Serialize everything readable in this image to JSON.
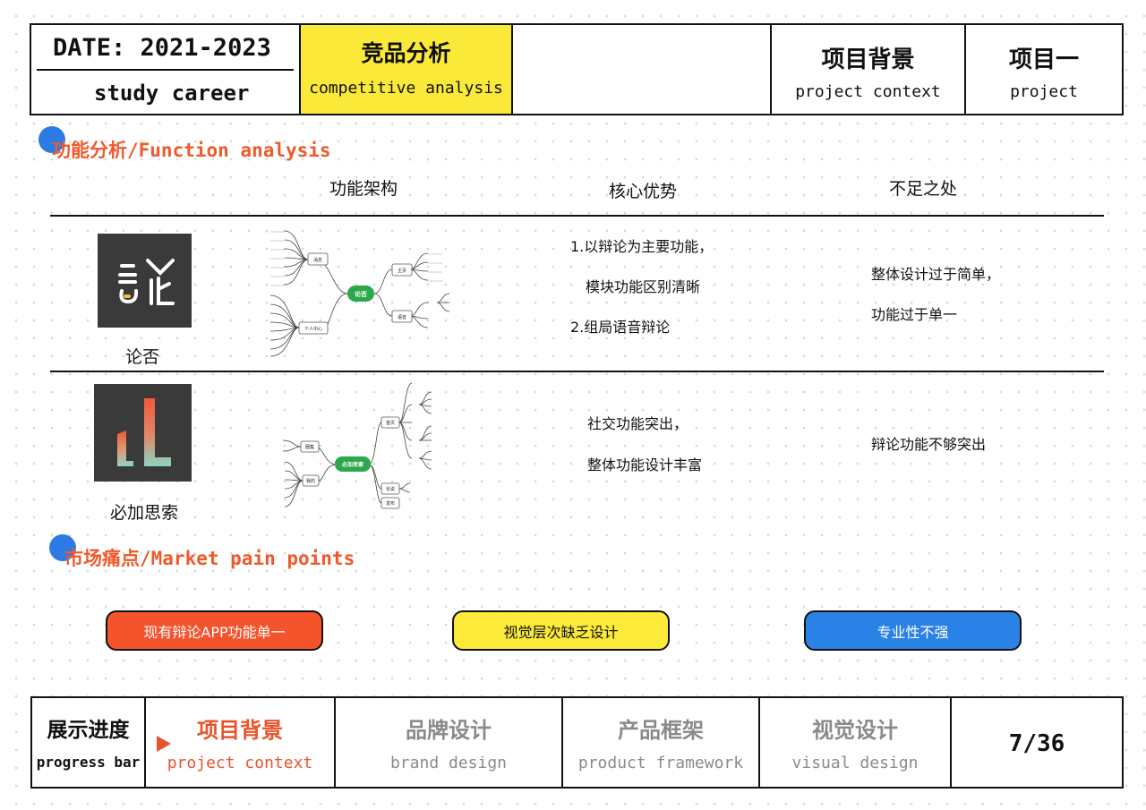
{
  "header": {
    "date": "DATE: 2021-2023",
    "career": "study career",
    "section_zh": "竞品分析",
    "section_en": "competitive analysis",
    "context_zh": "项目背景",
    "context_en": "project context",
    "project_zh": "项目一",
    "project_en": "project"
  },
  "function_analysis": {
    "title": "功能分析/Function analysis",
    "columns": [
      "功能架构",
      "核心优势",
      "不足之处"
    ],
    "apps": [
      {
        "name": "论否",
        "advantages": [
          "1.以辩论为主要功能，",
          "  模块功能区别清晰",
          "2.组局语音辩论"
        ],
        "shortcomings": [
          "整体设计过于简单，",
          "功能过于单一"
        ],
        "mindmap": {
          "center": "论否",
          "branches": [
            "消息",
            "个人中心",
            "主页",
            "语音"
          ]
        }
      },
      {
        "name": "必加思索",
        "advantages": [
          "社交功能突出，",
          "整体功能设计丰富"
        ],
        "shortcomings": [
          "辩论功能不够突出"
        ],
        "mindmap": {
          "center": "必加思索",
          "branches": [
            "圈集",
            "我的",
            "首页",
            "论说",
            "发布"
          ]
        }
      }
    ]
  },
  "market_pain": {
    "title": "市场痛点/Market pain points",
    "items": [
      {
        "label": "现有辩论APP功能单一",
        "color": "#f4532c"
      },
      {
        "label": "视觉层次缺乏设计",
        "color": "#fcea3a"
      },
      {
        "label": "专业性不强",
        "color": "#2b82e6"
      }
    ]
  },
  "footer": {
    "progress_zh": "展示进度",
    "progress_en": "progress bar",
    "steps": [
      {
        "zh": "项目背景",
        "en": "project context",
        "active": true
      },
      {
        "zh": "品牌设计",
        "en": "brand design",
        "active": false
      },
      {
        "zh": "产品框架",
        "en": "product framework",
        "active": false
      },
      {
        "zh": "视觉设计",
        "en": "visual design",
        "active": false
      }
    ],
    "page": "7/36"
  },
  "colors": {
    "accent": "#f0592a",
    "yellow": "#fbe93a",
    "blue": "#2c7be5",
    "mindmap_green": "#2aa84a"
  }
}
